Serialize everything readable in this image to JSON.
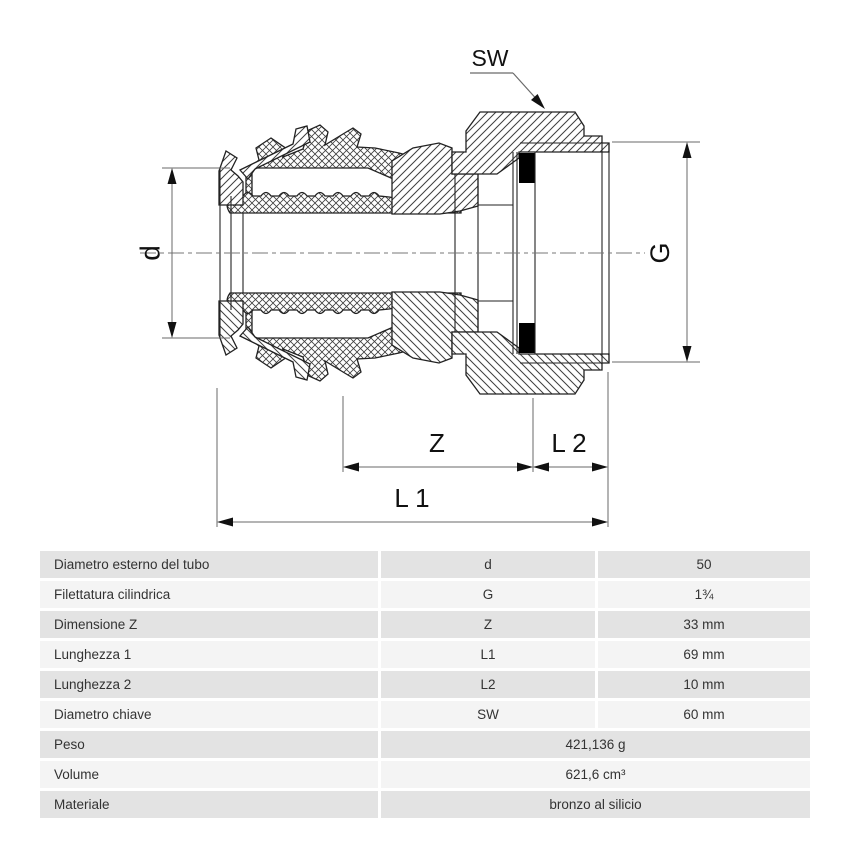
{
  "drawing": {
    "labels": {
      "sw": "SW",
      "diameter": "d",
      "thread": "G",
      "z": "Z",
      "l1": "L 1",
      "l2": "L 2"
    }
  },
  "table": {
    "rows": [
      {
        "label": "Diametro esterno del tubo",
        "symbol": "d",
        "value": "50",
        "span": false
      },
      {
        "label": "Filettatura cilindrica",
        "symbol": "G",
        "value": "1¾",
        "span": false
      },
      {
        "label": "Dimensione Z",
        "symbol": "Z",
        "value": "33 mm",
        "span": false
      },
      {
        "label": "Lunghezza 1",
        "symbol": "L1",
        "value": "69 mm",
        "span": false
      },
      {
        "label": "Lunghezza 2",
        "symbol": "L2",
        "value": "10 mm",
        "span": false
      },
      {
        "label": "Diametro chiave",
        "symbol": "SW",
        "value": "60 mm",
        "span": false
      },
      {
        "label": "Peso",
        "symbol": "",
        "value": "421,136 g",
        "span": true
      },
      {
        "label": "Volume",
        "symbol": "",
        "value": "621,6 cm³",
        "span": true
      },
      {
        "label": "Materiale",
        "symbol": "",
        "value": "bronzo al silicio",
        "span": true
      }
    ]
  },
  "colors": {
    "row_dark": "#e3e3e3",
    "row_light": "#f4f4f4",
    "outline": "#222222",
    "dimension_line": "#6a6a6a",
    "gasket": "#000000",
    "text": "#333333"
  }
}
